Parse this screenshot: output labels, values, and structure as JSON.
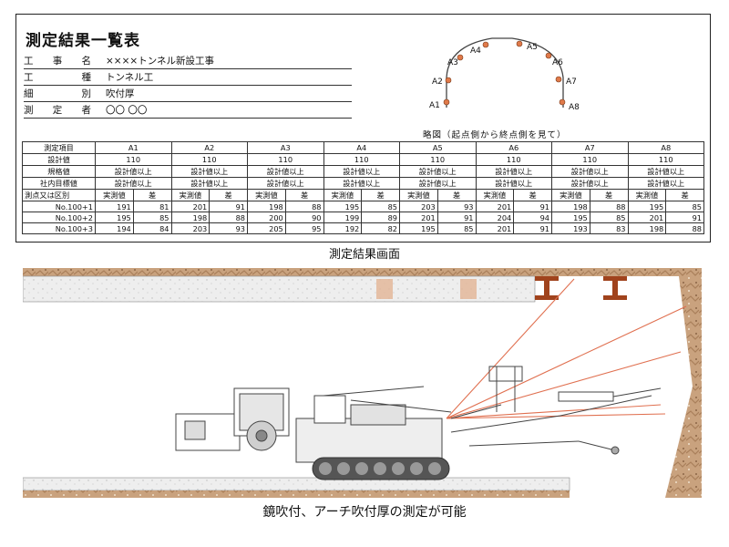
{
  "panel": {
    "title": "測定結果一覧表",
    "info": [
      {
        "label": "工事名",
        "value": "××××トンネル新設工事"
      },
      {
        "label": "工種",
        "value": "トンネル工"
      },
      {
        "label": "細別",
        "value": "吹付厚"
      },
      {
        "label": "測定者",
        "value": "〇〇 〇〇"
      }
    ],
    "diagram_points": [
      "A1",
      "A2",
      "A3",
      "A4",
      "A5",
      "A6",
      "A7",
      "A8"
    ],
    "diagram_caption": "略図（起点側から終点側を見て）",
    "table": {
      "header_label": "測定項目",
      "columns": [
        "A1",
        "A2",
        "A3",
        "A4",
        "A5",
        "A6",
        "A7",
        "A8"
      ],
      "design_label": "設計値",
      "design_value": "110",
      "standard_label": "規格値",
      "standard_value": "設計値以上",
      "target_label": "社内目標値",
      "target_value": "設計値以上",
      "sub_label": "測点又は区別",
      "sub_measured": "実測値",
      "sub_diff": "差",
      "rows": [
        {
          "station": "No.100+1",
          "values": [
            [
              191,
              81
            ],
            [
              201,
              91
            ],
            [
              198,
              88
            ],
            [
              195,
              85
            ],
            [
              203,
              93
            ],
            [
              201,
              91
            ],
            [
              198,
              88
            ],
            [
              195,
              85
            ]
          ]
        },
        {
          "station": "No.100+2",
          "values": [
            [
              195,
              85
            ],
            [
              198,
              88
            ],
            [
              200,
              90
            ],
            [
              199,
              89
            ],
            [
              201,
              91
            ],
            [
              204,
              94
            ],
            [
              195,
              85
            ],
            [
              201,
              91
            ]
          ]
        },
        {
          "station": "No.100+3",
          "values": [
            [
              194,
              84
            ],
            [
              203,
              93
            ],
            [
              205,
              95
            ],
            [
              192,
              82
            ],
            [
              195,
              85
            ],
            [
              201,
              91
            ],
            [
              193,
              83
            ],
            [
              198,
              88
            ]
          ]
        }
      ]
    }
  },
  "caption_top": "測定結果画面",
  "caption_bottom": "鏡吹付、アーチ吹付厚の測定が可能",
  "colors": {
    "rock": "#c9a27e",
    "concrete": "#eeeeee",
    "marker": "#e07a4a",
    "steel": "#a0431d",
    "laser": "#e07050",
    "machine": "#555555"
  },
  "icons": [
    "tunnel-arch-diagram",
    "steel-support-icon",
    "spraying-machine-illustration"
  ]
}
